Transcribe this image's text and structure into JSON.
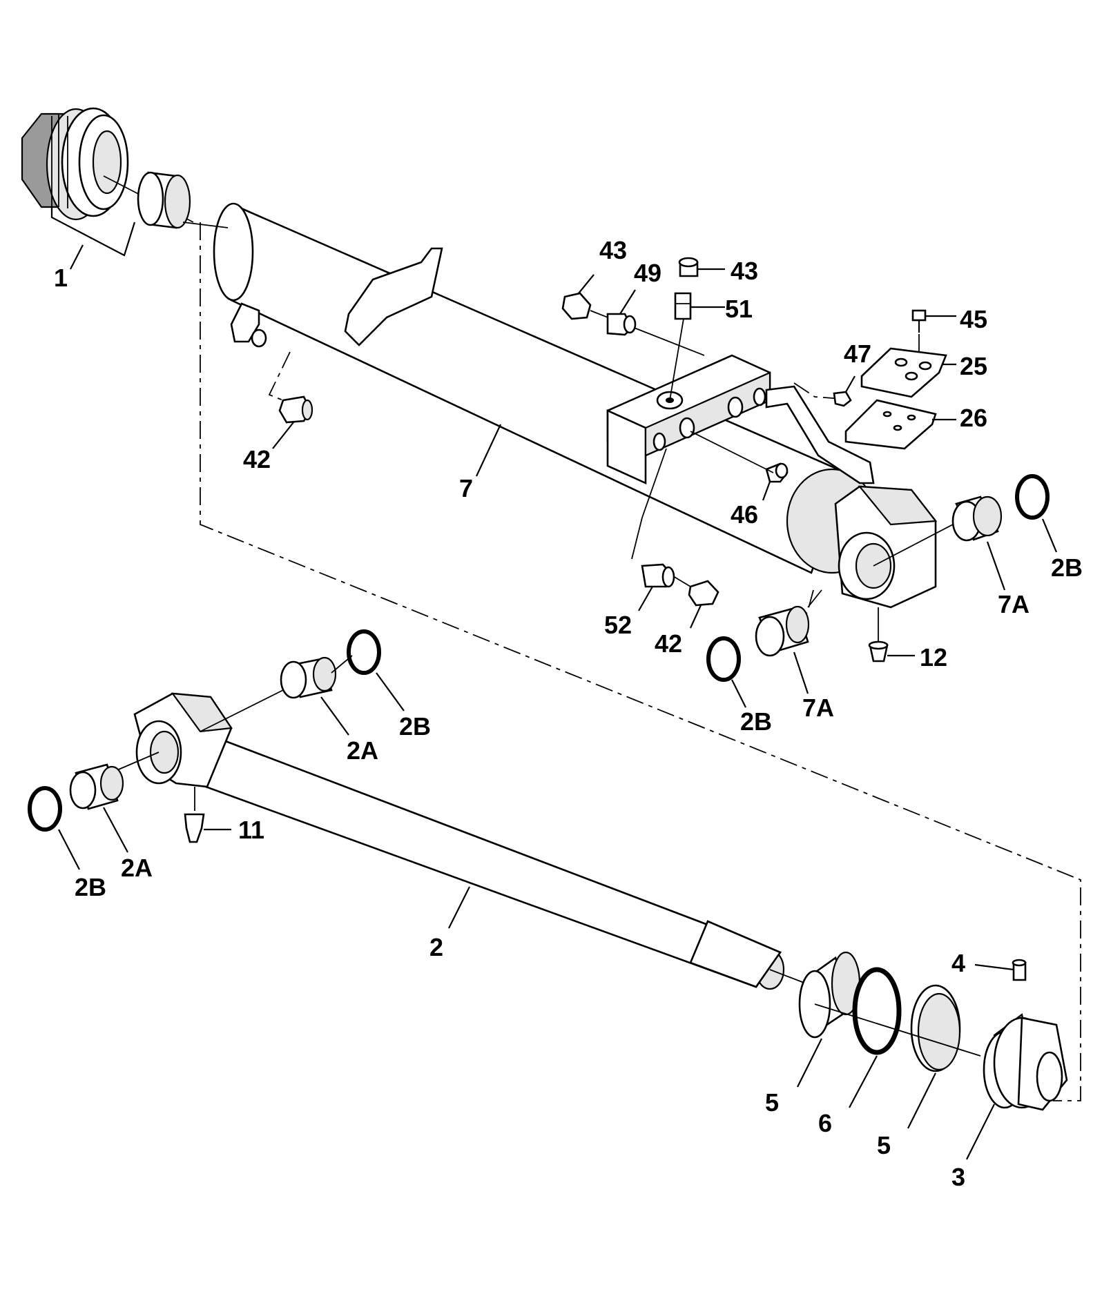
{
  "colors": {
    "line": "#000000",
    "background": "#ffffff",
    "shade": "#e6e6e6"
  },
  "callouts": [
    {
      "id": "c1",
      "text": "1"
    },
    {
      "id": "c43a",
      "text": "43"
    },
    {
      "id": "c49",
      "text": "49"
    },
    {
      "id": "c43b",
      "text": "43"
    },
    {
      "id": "c51",
      "text": "51"
    },
    {
      "id": "c45",
      "text": "45"
    },
    {
      "id": "c25",
      "text": "25"
    },
    {
      "id": "c47",
      "text": "47"
    },
    {
      "id": "c26",
      "text": "26"
    },
    {
      "id": "c42a",
      "text": "42"
    },
    {
      "id": "c7",
      "text": "7"
    },
    {
      "id": "c46",
      "text": "46"
    },
    {
      "id": "c7Aa",
      "text": "7A"
    },
    {
      "id": "c2Ba",
      "text": "2B"
    },
    {
      "id": "c52",
      "text": "52"
    },
    {
      "id": "c42b",
      "text": "42"
    },
    {
      "id": "c12",
      "text": "12"
    },
    {
      "id": "c2Bb",
      "text": "2B"
    },
    {
      "id": "c7Ab",
      "text": "7A"
    },
    {
      "id": "c2Bc",
      "text": "2B"
    },
    {
      "id": "c2Aa",
      "text": "2A"
    },
    {
      "id": "c11",
      "text": "11"
    },
    {
      "id": "c2Ab",
      "text": "2A"
    },
    {
      "id": "c2Bd",
      "text": "2B"
    },
    {
      "id": "c2",
      "text": "2"
    },
    {
      "id": "c4",
      "text": "4"
    },
    {
      "id": "c5a",
      "text": "5"
    },
    {
      "id": "c6",
      "text": "6"
    },
    {
      "id": "c5b",
      "text": "5"
    },
    {
      "id": "c3",
      "text": "3"
    }
  ]
}
